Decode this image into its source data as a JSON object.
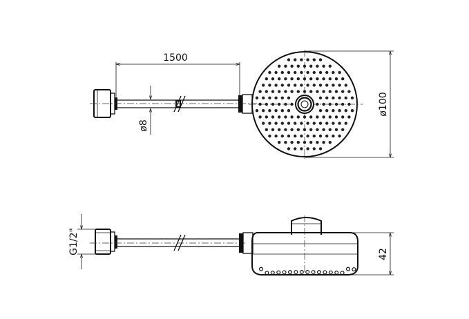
{
  "dimensions": {
    "hose_length": "1500",
    "hose_diameter": "ø8",
    "head_diameter": "ø100",
    "connection_thread": "G1/2\"",
    "head_height": "42"
  }
}
